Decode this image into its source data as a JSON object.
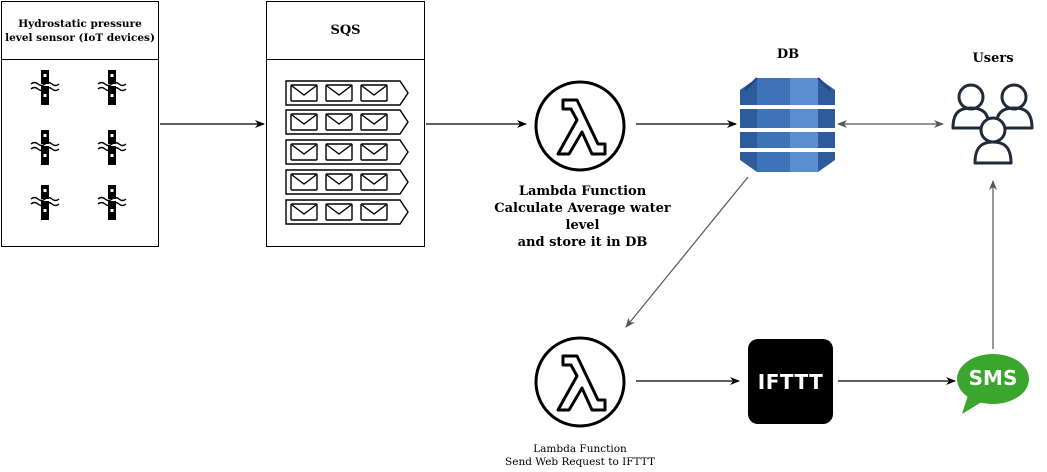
{
  "sensor_panel": {
    "title": "Hydrostatic pressure level sensor (IoT devices)"
  },
  "sqs_panel": {
    "title": "SQS"
  },
  "lambda_1": {
    "label_line1": "Lambda Function",
    "label_line2": "Calculate Average water level",
    "label_line3": "and store it in DB"
  },
  "db": {
    "label": "DB"
  },
  "users": {
    "label": "Users"
  },
  "lambda_2": {
    "label_line1": "Lambda Function",
    "label_line2": "Send Web Request to IFTTT"
  },
  "ifttt": {
    "label": "IFTTT"
  },
  "sms": {
    "label": "SMS"
  },
  "icons": {
    "sensor": "water-level-sensor-icon",
    "sqs_queue": "message-queue-icon",
    "lambda": "lambda-icon",
    "db": "dynamodb-icon",
    "users": "users-icon",
    "ifttt": "ifttt-icon",
    "sms": "sms-bubble-icon"
  },
  "colors": {
    "db_dark": "#2e5b9b",
    "db_mid": "#3f73b8",
    "db_light": "#5b8fd1",
    "sms_green": "#3aa62e",
    "ifttt_bg": "#000000"
  }
}
